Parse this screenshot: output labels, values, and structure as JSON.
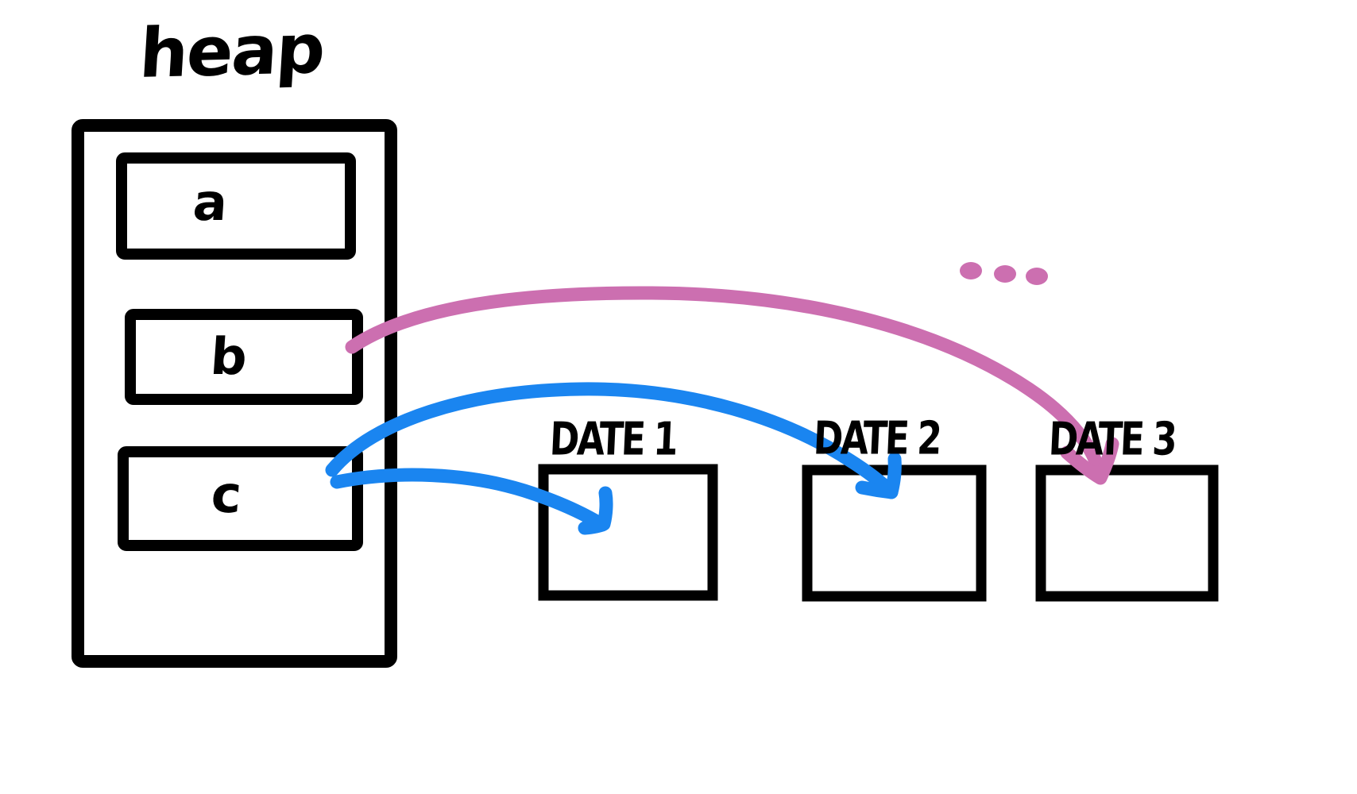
{
  "diagram": {
    "title": "heap",
    "background_color": "#ffffff",
    "ink_color": "#000000",
    "pink_color": "#cc6fb0",
    "blue_color": "#1a85f0"
  },
  "heap": {
    "label": "heap",
    "cells": [
      {
        "id": "a",
        "label": "a"
      },
      {
        "id": "b",
        "label": "b"
      },
      {
        "id": "c",
        "label": "c"
      }
    ]
  },
  "data_boxes": [
    {
      "id": "date-1",
      "label": "DATE 1"
    },
    {
      "id": "date-2",
      "label": "DATE 2"
    },
    {
      "id": "date-3",
      "label": "DATE 3"
    }
  ],
  "ellipsis": {
    "label": "...",
    "dot_count": 3,
    "color": "#cc6fb0"
  },
  "arrows": [
    {
      "id": "arrow-b-to-date3",
      "from": "b",
      "to": "DATE 3",
      "color": "#cc6fb0"
    },
    {
      "id": "arrow-c-to-date2",
      "from": "c",
      "to": "DATE 2",
      "color": "#1a85f0"
    },
    {
      "id": "arrow-c-to-date1",
      "from": "c",
      "to": "DATE 1",
      "color": "#1a85f0"
    }
  ]
}
